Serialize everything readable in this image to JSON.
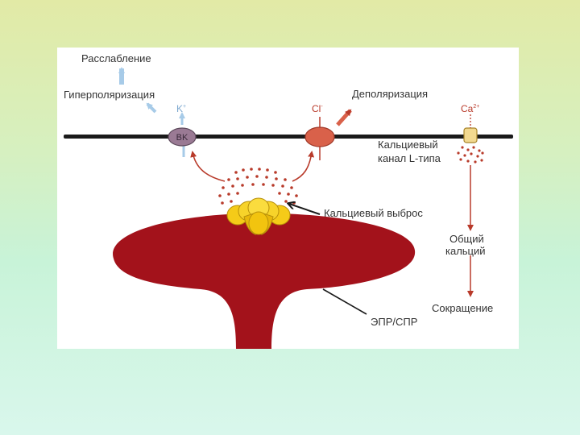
{
  "colors": {
    "background_top": "#e2eaa6",
    "background_bottom": "#d9f7ec",
    "reticulum": "#a3121b",
    "arrow_red": "#b83a2a",
    "arrow_blue": "#a7cbe8",
    "bk_channel": "#9a7a94",
    "cl_channel": "#d9614a",
    "ryr_cluster": "#f2c40f",
    "membrane": "#1a1a1a"
  },
  "labels": {
    "relaxation": "Расслабление",
    "hyperpolarization": "Гиперполяризация",
    "k_ion": "K",
    "k_ion_sup": "+",
    "bk_channel": "BK",
    "cl_ion": "Cl",
    "cl_ion_sup": "-",
    "depolarization": "Деполяризация",
    "ca_ion": "Ca",
    "ca_ion_sup": "2+",
    "l_type_channel_line1": "Кальциевый",
    "l_type_channel_line2": "канал L-типа",
    "calcium_spark": "Кальциевый выброс",
    "total_calcium_line1": "Общий",
    "total_calcium_line2": "кальций",
    "contraction": "Сокращение",
    "er_sr": "ЭПР/СПР"
  }
}
